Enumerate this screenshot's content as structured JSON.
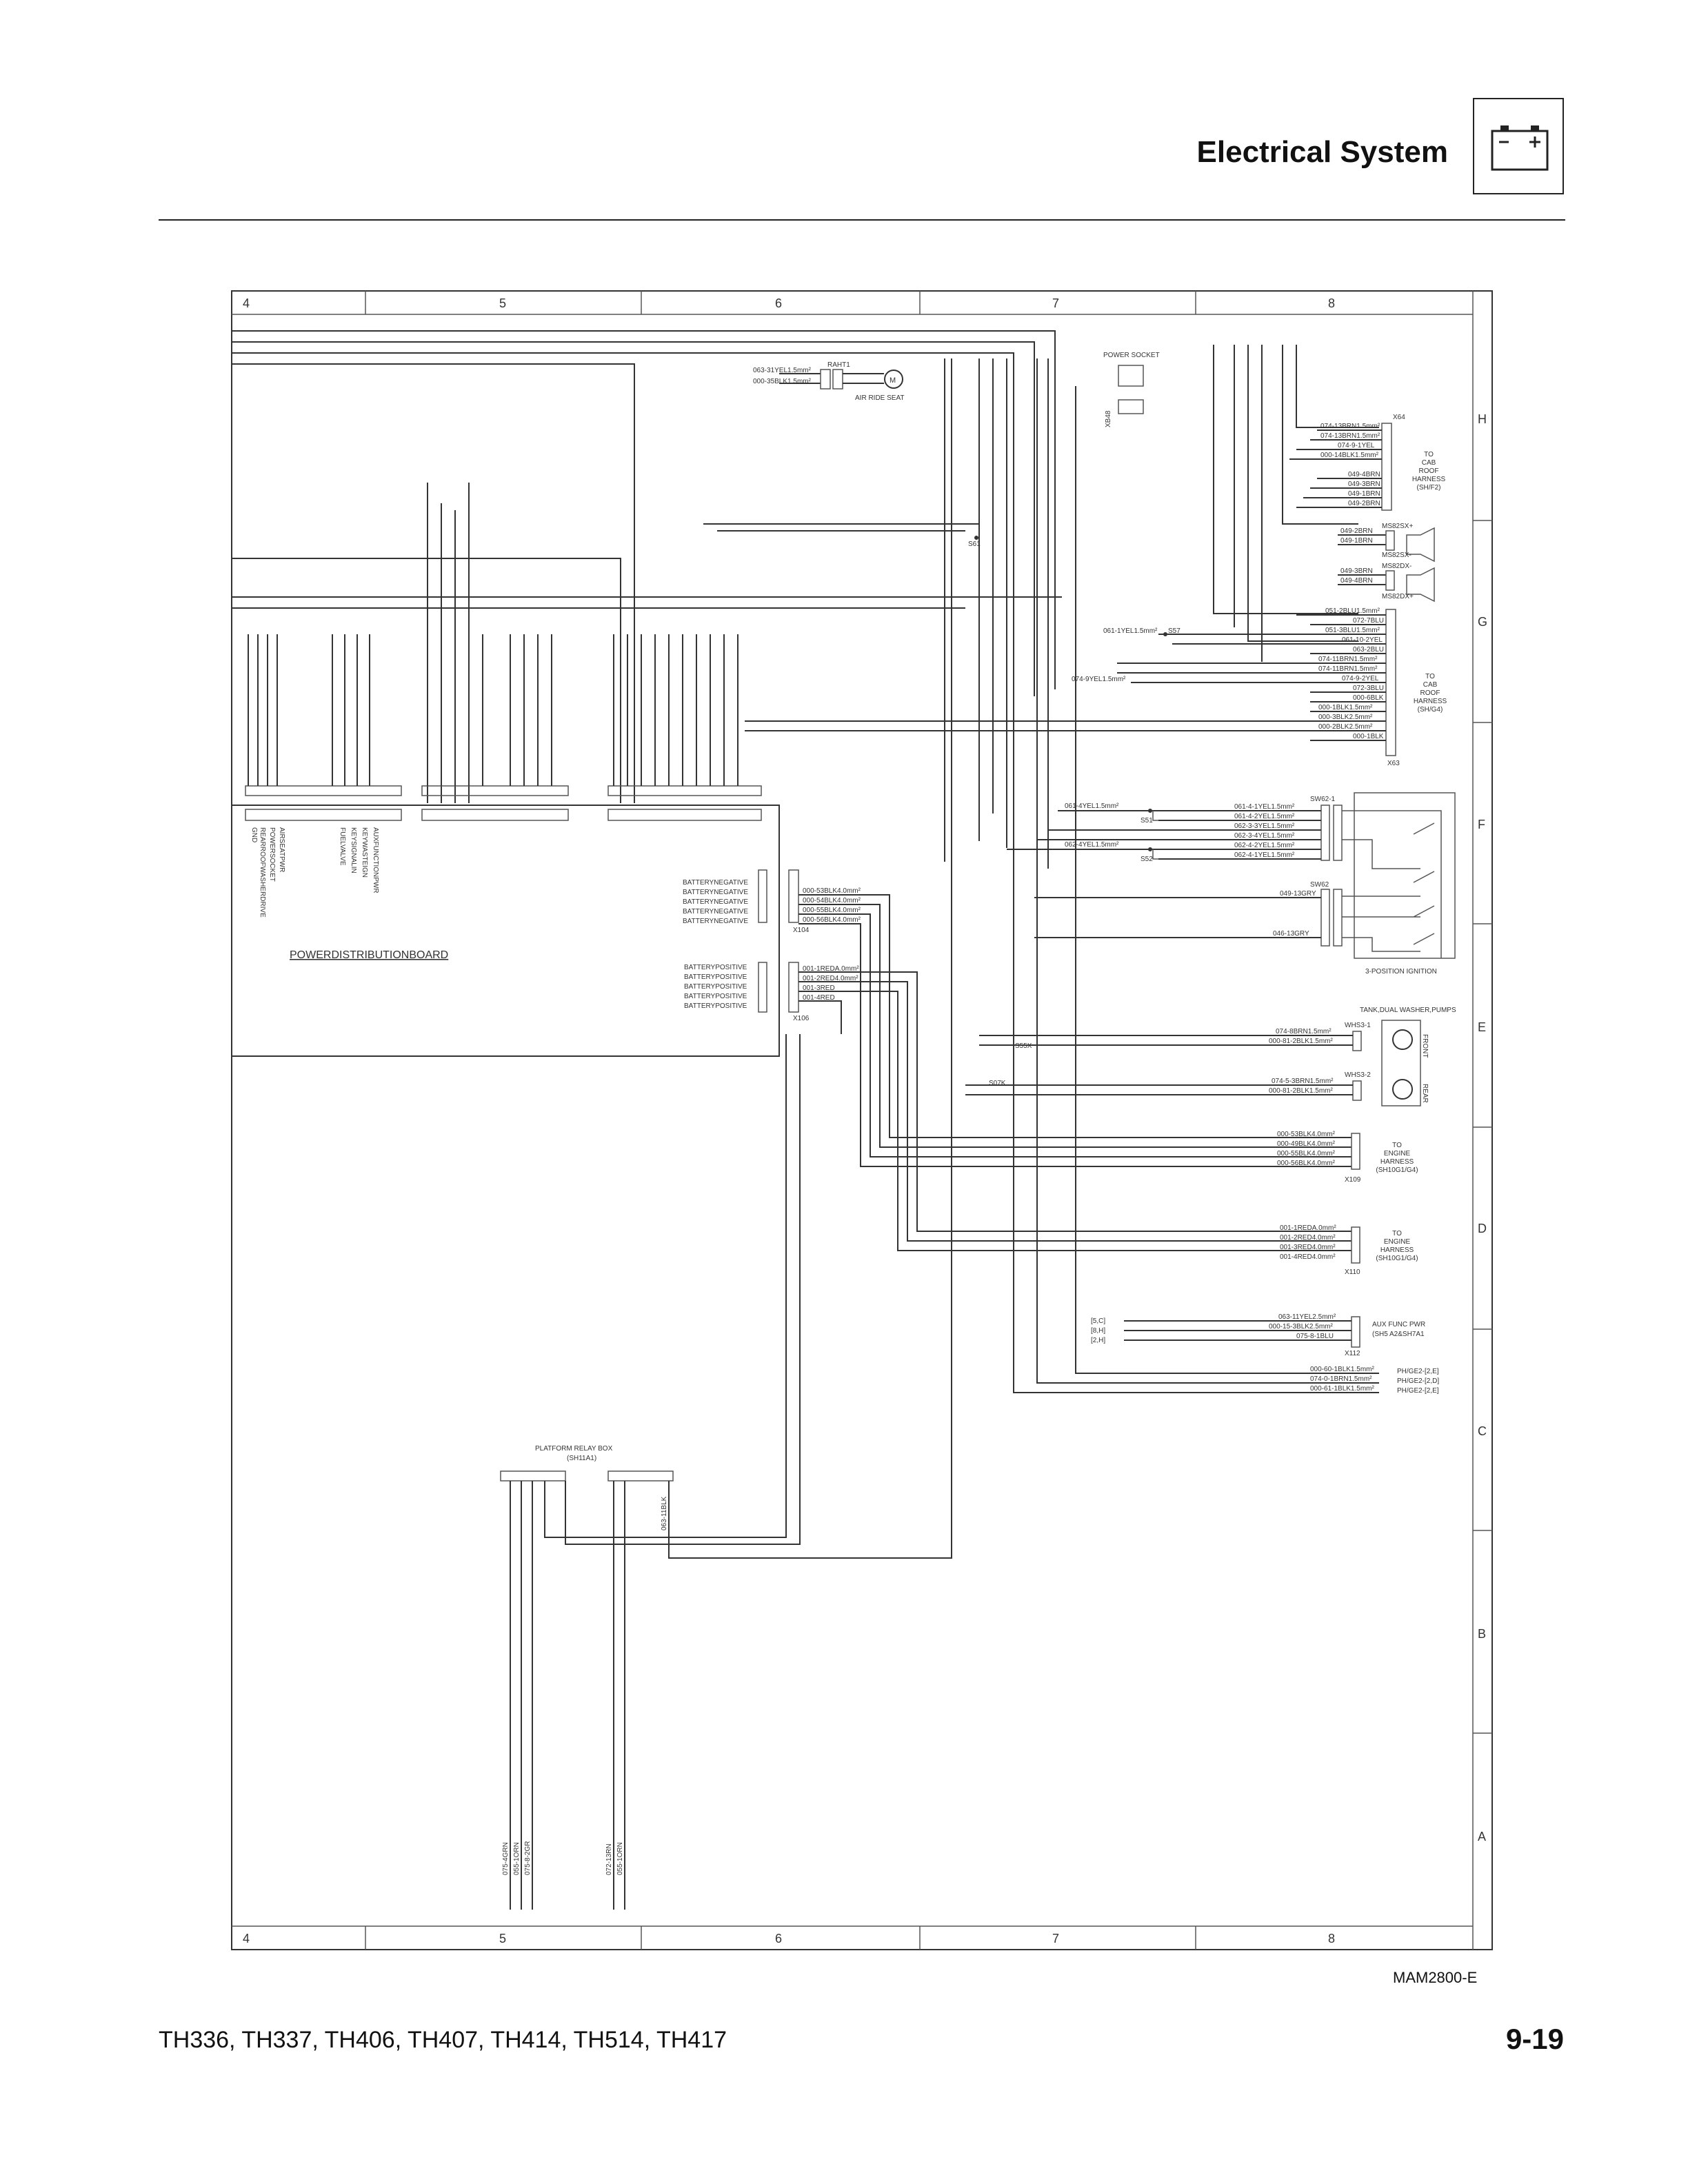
{
  "header": {
    "title": "Electrical System",
    "icon": "battery-icon"
  },
  "grid": {
    "columns": [
      "4",
      "5",
      "6",
      "7",
      "8"
    ],
    "rows": [
      "H",
      "G",
      "F",
      "E",
      "D",
      "C",
      "B",
      "A"
    ]
  },
  "components": {
    "air_ride_seat": {
      "label": "AIR RIDE SEAT",
      "connector": "RAHT1",
      "wires": [
        "063-31YEL1.5mm²",
        "000-35BLK1.5mm²"
      ],
      "motor": "M"
    },
    "power_socket": {
      "label": "POWER SOCKET",
      "ref": "XB48"
    },
    "x64": {
      "ref": "X64",
      "target": [
        "TO",
        "CAB",
        "ROOF",
        "HARNESS",
        "(SH/F2)"
      ],
      "wires": [
        "074-13BRN1.5mm²",
        "074-13BRN1.5mm²",
        "074-9-1YEL",
        "000-14BLK1.5mm²",
        "",
        "049-4BRN",
        "049-3BRN",
        "049-1BRN",
        "049-2BRN"
      ]
    },
    "speakers": {
      "refs": [
        "MS82SX+",
        "MS82SX-",
        "MS82DX-",
        "MS82DX+"
      ],
      "wires": [
        "049-2BRN",
        "049-1BRN",
        "049-3BRN",
        "049-4BRN"
      ]
    },
    "x63": {
      "ref": "X63",
      "target": [
        "TO",
        "CAB",
        "ROOF",
        "HARNESS",
        "(SH/G4)"
      ],
      "wires": [
        "051-2BLU1.5mm²",
        "072-7BLU",
        "051-3BLU1.5mm²",
        "061-10-2YEL",
        "063-2BLU",
        "074-11BRN1.5mm²",
        "074-11BRN1.5mm²",
        "074-9-2YEL",
        "072-3BLU",
        "000-6BLK",
        "000-1BLK1.5mm²",
        "000-3BLK2.5mm²",
        "000-2BLK2.5mm²",
        "000-1BLK"
      ]
    },
    "splices": [
      "S57",
      "S61",
      "S51",
      "S52",
      "S55X",
      "S07K"
    ],
    "ignition": {
      "label": "3-POSITION IGNITION",
      "connectors": [
        "SW62-1",
        "SW62"
      ],
      "wires": [
        "061-4-1YEL1.5mm²",
        "061-4-2YEL1.5mm²",
        "062-3-3YEL1.5mm²",
        "062-3-4YEL1.5mm²",
        "062-4-2YEL1.5mm²",
        "062-4-1YEL1.5mm²",
        "049-13GRY",
        "046-13GRY"
      ],
      "feed_wires": [
        "061-4YEL1.5mm²",
        "062-4YEL1.5mm²",
        "074-9YEL1.5mm²",
        "061-1YEL1.5mm²"
      ]
    },
    "washer": {
      "label": "TANK,DUAL WASHER,PUMPS",
      "connectors": [
        "WHS3-1",
        "WHS3-2"
      ],
      "wires": [
        "074-8BRN1.5mm²",
        "000-81-2BLK1.5mm²",
        "074-5-3BRN1.5mm²",
        "000-81-2BLK1.5mm²"
      ],
      "motor_labels": [
        "FRONT",
        "REAR"
      ]
    },
    "x109": {
      "ref": "X109",
      "target": [
        "TO",
        "ENGINE",
        "HARNESS",
        "(SH10G1/G4)"
      ],
      "wires": [
        "000-53BLK4.0mm²",
        "000-49BLK4.0mm²",
        "000-55BLK4.0mm²",
        "000-56BLK4.0mm²"
      ]
    },
    "x110": {
      "ref": "X110",
      "target": [
        "TO",
        "ENGINE",
        "HARNESS",
        "(SH10G1/G4)"
      ],
      "wires": [
        "001-1REDA.0mm²",
        "001-2RED4.0mm²",
        "001-3RED4.0mm²",
        "001-4RED4.0mm²"
      ]
    },
    "x112": {
      "ref": "X112",
      "target": [
        "AUX FUNC PWR",
        "(SH5 A2&SH7A1"
      ],
      "refs": [
        "[5,C]",
        "[8,H]",
        "[2,H]"
      ],
      "wires": [
        "063-11YEL2.5mm²",
        "000-15-3BLK2.5mm²",
        "075-8-1BLU"
      ]
    },
    "ph_ge2": {
      "wires": [
        "000-60-1BLK1.5mm²",
        "074-0-1BRN1.5mm²",
        "000-61-1BLK1.5mm²"
      ],
      "refs": [
        "PH/GE2-[2,E]",
        "PH/GE2-[2,D]",
        "PH/GE2-[2,E]"
      ]
    },
    "battery_negative": {
      "ref": "X104",
      "labels": [
        "BATTERYNEGATIVE",
        "BATTERYNEGATIVE",
        "BATTERYNEGATIVE",
        "BATTERYNEGATIVE",
        "BATTERYNEGATIVE"
      ],
      "wires": [
        "000-53BLK4.0mm²",
        "000-54BLK4.0mm²",
        "000-55BLK4.0mm²",
        "000-56BLK4.0mm²"
      ]
    },
    "battery_positive": {
      "ref": "X106",
      "labels": [
        "BATTERYPOSITIVE",
        "BATTERYPOSITIVE",
        "BATTERYPOSITIVE",
        "BATTERYPOSITIVE",
        "BATTERYPOSITIVE"
      ],
      "wires": [
        "001-1REDA.0mm²",
        "001-2RED4.0mm²",
        "001-3RED",
        "001-4RED"
      ]
    },
    "pdb": {
      "label": "POWERDISTRIBUTIONBOARD",
      "pin_labels": [
        "GND",
        "REARROOFWASHERDRIVE",
        "POWERSOCKET",
        "AIRSEATPWR",
        "FUELVALVE",
        "KEYSIGNALIN",
        "KEYWASTEIGN",
        "AUXFUNCTIONPWR"
      ]
    },
    "platform_relay": {
      "label": "PLATFORM RELAY BOX",
      "ref": "(SH11A1)",
      "wires": [
        "075-4GRN",
        "055-1ORN",
        "075-8-2GR",
        "072-13RN",
        "055-1ORN",
        "063-11BLK"
      ]
    }
  },
  "footer": {
    "models": "TH336, TH337, TH406, TH407, TH414, TH514, TH417",
    "page": "9-19",
    "drawing_id": "MAM2800-E"
  }
}
